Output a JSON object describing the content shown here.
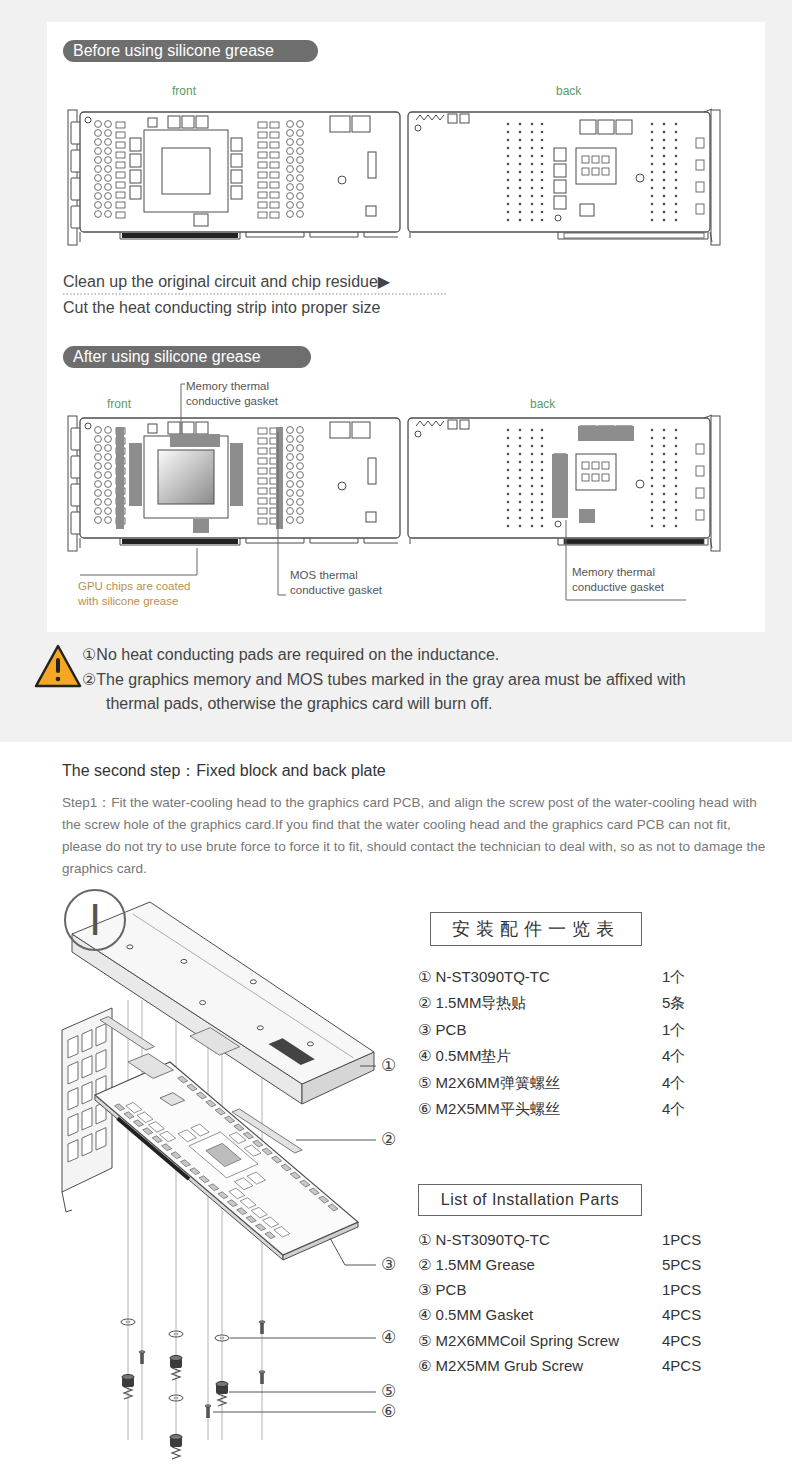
{
  "diagram": {
    "nodes": [
      {
        "text": [
          "Before using silicone grease"
        ]
      },
      {
        "text": [
          "After using silicone grease"
        ]
      },
      {
        "text": [
          "I"
        ]
      },
      {
        "text": [
          "安装配件一览表"
        ]
      },
      {
        "text": [
          "List of Installation Parts"
        ]
      }
    ],
    "labels": [
      "front",
      "back",
      "Clean up the original circuit and chip residue▶",
      "Cut the heat conducting strip into proper size",
      "Memory thermal conductive gasket",
      "front",
      "back",
      "GPU chips are coated with silicone grease",
      "MOS thermal conductive gasket",
      "Memory thermal conductive gasket",
      "①No heat conducting pads are required on the inductance.",
      "②The graphics memory and MOS tubes marked in the gray area must be affixed with thermal pads, otherwise the graphics card will burn off.",
      "The second step：Fixed block and back plate",
      "Step1：Fit the water-cooling head to the graphics card PCB, and align the screw post of the water-cooling head with the screw hole of the graphics card.If you find that the water cooling head and the graphics card PCB can not fit, please do not try to use brute force to force it to fit, should contact the technician to deal with, so as not to damage the graphics card.",
      "①",
      "②",
      "③",
      "④",
      "⑤",
      "⑥",
      "① N-ST3090TQ-TC",
      "1个",
      "② 1.5MM导热贴",
      "5条",
      "③ PCB",
      "1个",
      "④ 0.5MM垫片",
      "4个",
      "⑤ M2X6MM弹簧螺丝",
      "4个",
      "⑥ M2X5MM平头螺丝",
      "4个",
      "① N-ST3090TQ-TC",
      "1PCS",
      "② 1.5MM Grease",
      "5PCS",
      "③ PCB",
      "1PCS",
      "④ 0.5MM Gasket",
      "4PCS",
      "⑤ M2X6MMCoil Spring Screw",
      "4PCS",
      "⑥ M2X5MM Grub Screw",
      "4PCS"
    ]
  }
}
